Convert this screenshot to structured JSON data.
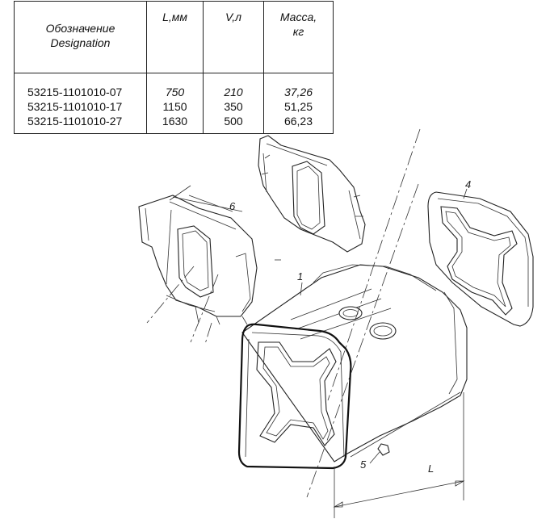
{
  "table": {
    "headers": {
      "designation_ru": "Обозначение",
      "designation_en": "Designation",
      "length": "L,мм",
      "volume": "V,л",
      "mass_ru": "Масса,",
      "mass_unit": "кг"
    },
    "rows": [
      {
        "designation": "53215-1101010-07",
        "length": "750",
        "volume": "210",
        "mass": "37,26"
      },
      {
        "designation": "53215-1101010-17",
        "length": "1150",
        "volume": "350",
        "mass": "51,25"
      },
      {
        "designation": "53215-1101010-27",
        "length": "1630",
        "volume": "500",
        "mass": "66,23"
      }
    ]
  },
  "callouts": {
    "tank": "1",
    "end_gasket": "4",
    "drain_plug": "5",
    "bracket": "6",
    "length_dim": "L"
  }
}
